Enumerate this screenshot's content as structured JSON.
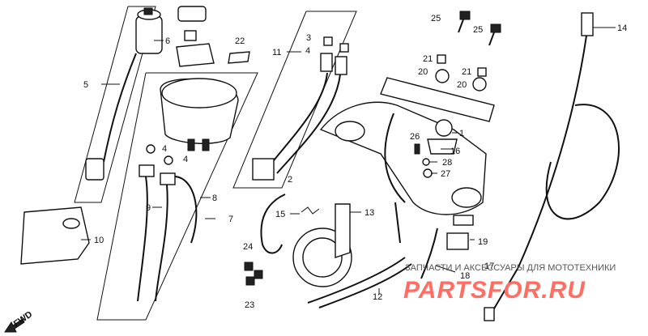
{
  "callouts": {
    "c1": "1",
    "c2": "2",
    "c3": "3",
    "c4a": "4",
    "c4b": "4",
    "c4c": "4",
    "c5": "5",
    "c6": "6",
    "c7": "7",
    "c8": "8",
    "c9": "9",
    "c10": "10",
    "c11": "11",
    "c12": "12",
    "c13": "13",
    "c14": "14",
    "c15": "15",
    "c16": "16",
    "c17": "17",
    "c18": "18",
    "c19": "19",
    "c20a": "20",
    "c20b": "20",
    "c21a": "21",
    "c21b": "21",
    "c22": "22",
    "c23": "23",
    "c24": "24",
    "c25a": "25",
    "c25b": "25",
    "c26": "26",
    "c27": "27",
    "c28": "28"
  },
  "direction": {
    "label": "FWD"
  },
  "watermark": {
    "top_text": "ЗАПЧАСТИ И АКСЕССУАРЫ ДЛЯ МОТОТЕХНИКИ",
    "logo_text": "PARTSFOR.RU"
  }
}
